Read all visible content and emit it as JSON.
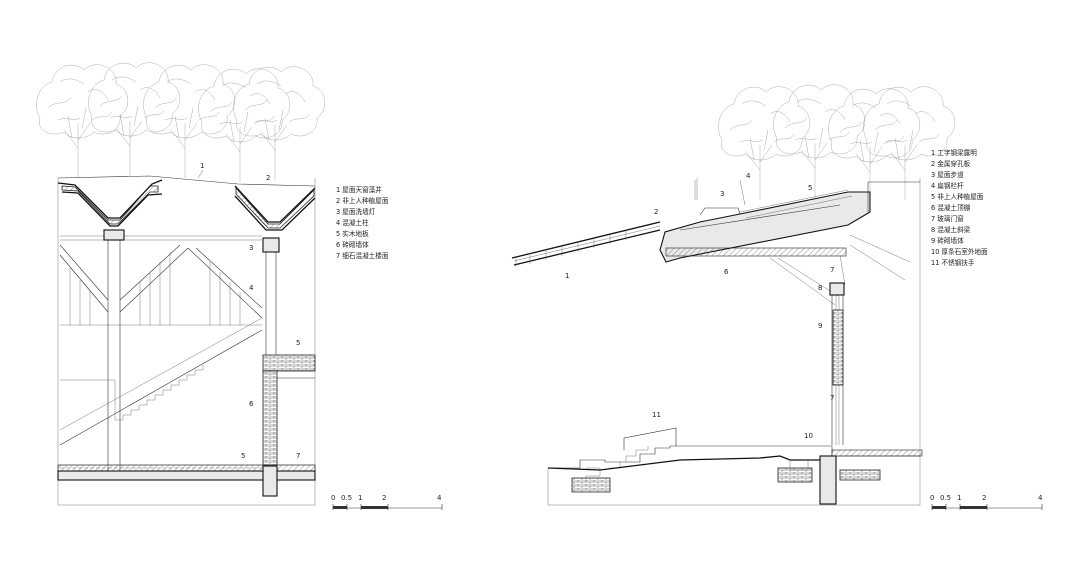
{
  "left_section": {
    "legend": [
      "1 屋面天窗藻井",
      "2 非上人种植屋面",
      "3 屋面洗墙灯",
      "4 混凝土柱",
      "5 实木地板",
      "6 砖砌墙体",
      "7 细石混凝土楼面"
    ],
    "callouts": [
      "1",
      "2",
      "3",
      "4",
      "5",
      "6",
      "5",
      "7"
    ],
    "scale": [
      "0",
      "0.5",
      "1",
      "2",
      "4"
    ]
  },
  "right_section": {
    "legend": [
      "1 工字钢梁露明",
      "2 金属穿孔板",
      "3 屋面步道",
      "4 扁钢栏杆",
      "5 非上人种植屋面",
      "6 混凝土顶棚",
      "7 玻璃门窗",
      "8 混凝土斜梁",
      "9 砖砌墙体",
      "10 厚条石室外地面",
      "11 不锈钢扶手"
    ],
    "callouts": [
      "1",
      "2",
      "3",
      "4",
      "5",
      "6",
      "7",
      "8",
      "9",
      "7",
      "10",
      "11"
    ],
    "scale": [
      "0",
      "0.5",
      "1",
      "2",
      "4"
    ]
  }
}
